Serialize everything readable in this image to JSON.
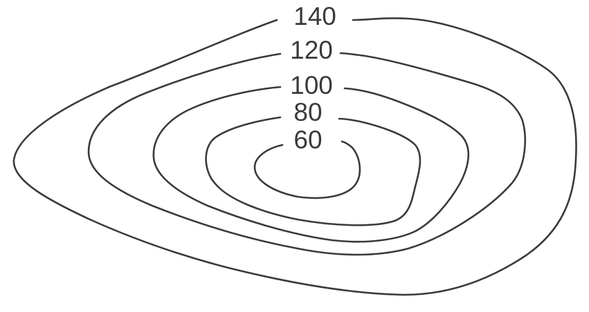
{
  "contours": [
    {
      "id": "contour-140",
      "label": "140",
      "elevation": 140
    },
    {
      "id": "contour-120",
      "label": "120",
      "elevation": 120
    },
    {
      "id": "contour-100",
      "label": "100",
      "elevation": 100
    },
    {
      "id": "contour-80",
      "label": "80",
      "elevation": 80
    },
    {
      "id": "contour-60",
      "label": "60",
      "elevation": 60
    }
  ]
}
